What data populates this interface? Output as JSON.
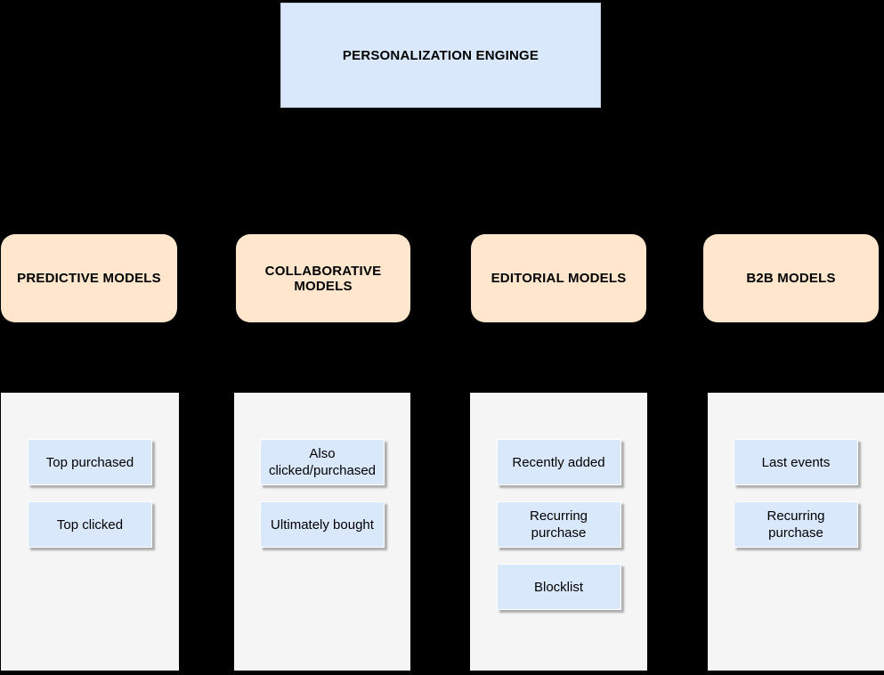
{
  "diagram": {
    "title": "PERSONALIZATION ENGINGE",
    "columns": [
      {
        "header": "PREDICTIVE MODELS",
        "items": [
          "Top purchased",
          "Top clicked"
        ]
      },
      {
        "header": "COLLABORATIVE MODELS",
        "items": [
          "Also clicked/purchased",
          "Ultimately bought"
        ]
      },
      {
        "header": "EDITORIAL MODELS",
        "items": [
          "Recently added",
          "Recurring purchase",
          "Blocklist"
        ]
      },
      {
        "header": "B2B MODELS",
        "items": [
          "Last events",
          "Recurring purchase"
        ]
      }
    ],
    "colors": {
      "background": "#000000",
      "root_fill": "#dae8fc",
      "root_border": "#c2cfe3",
      "category_fill": "#ffe6cc",
      "tray_fill": "#f5f5f5",
      "item_fill": "#dae8fc",
      "item_border": "#ffffff",
      "item_shadow": "#b0b0b0",
      "arrow": "#404040",
      "text": "#000000"
    }
  }
}
